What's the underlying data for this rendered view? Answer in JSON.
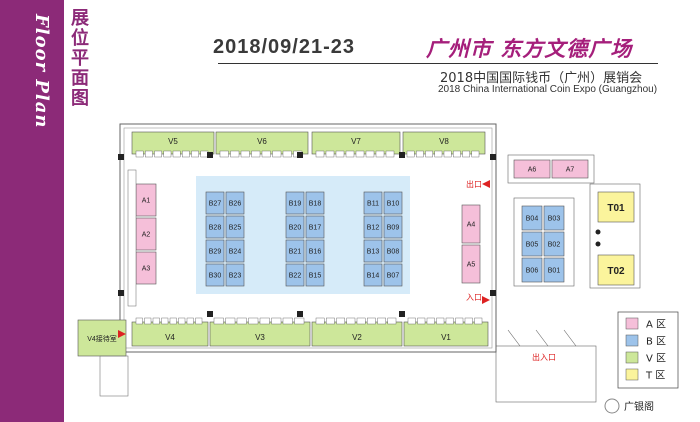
{
  "header": {
    "date": "2018/09/21-23",
    "venue": "广州市  东方文德广场",
    "expo_cn": "2018中国国际钱币（广州）展销会",
    "expo_en": "2018 China International Coin Expo (Guangzhou)"
  },
  "sidebar": {
    "title_en": "Floor Plan",
    "title_cn": "展位平面图"
  },
  "zones": {
    "v_top": [
      "V5",
      "V6",
      "V7",
      "V8"
    ],
    "v_bottom": [
      "V4",
      "V3",
      "V2",
      "V1"
    ],
    "v4_room": "V4接待室",
    "a_left": [
      "A1",
      "A2",
      "A3"
    ],
    "a_right": [
      "A4",
      "A5"
    ],
    "a_top_right": [
      "A6",
      "A7"
    ],
    "b_grid": [
      [
        "B27",
        "B26",
        "B19",
        "B18",
        "B11",
        "B10"
      ],
      [
        "B28",
        "B25",
        "B20",
        "B17",
        "B12",
        "B09"
      ],
      [
        "B29",
        "B24",
        "B21",
        "B16",
        "B13",
        "B08"
      ],
      [
        "B30",
        "B23",
        "B22",
        "B15",
        "B14",
        "B07"
      ]
    ],
    "b_right": [
      [
        "B04",
        "B03"
      ],
      [
        "B05",
        "B02"
      ],
      [
        "B06",
        "B01"
      ]
    ],
    "t": [
      "T01",
      "T02"
    ]
  },
  "labels": {
    "exit": "出口",
    "entrance": "入口",
    "exit_entrance": "出入口"
  },
  "legend": [
    {
      "label": "A 区",
      "color": "#f5bfd9"
    },
    {
      "label": "B 区",
      "color": "#9dc3ea"
    },
    {
      "label": "V 区",
      "color": "#cde79a"
    },
    {
      "label": "T 区",
      "color": "#fbf49c"
    }
  ],
  "watermark": "广银阁",
  "colors": {
    "purple": "#8c2a78",
    "a": "#f5bfd9",
    "b": "#9dc3ea",
    "v": "#cde79a",
    "t": "#fbf49c",
    "hall": "#d6ebf9"
  }
}
